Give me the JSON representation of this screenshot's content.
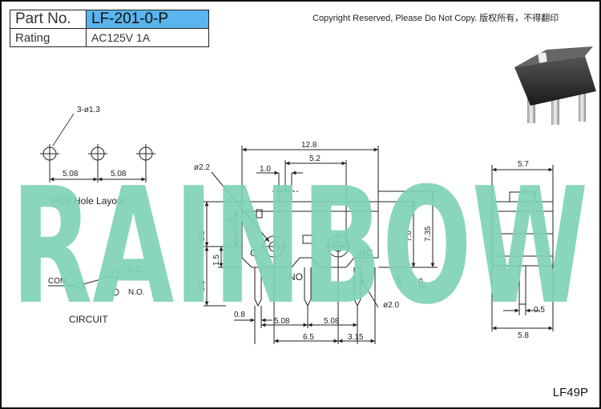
{
  "spec": {
    "part_label": "Part No.",
    "part_value": "LF-201-0-P",
    "rating_label": "Rating",
    "rating_value": "AC125V  1A"
  },
  "copyright": "Copyright Reserved, Please Do Not Copy. 版权所有，不得翻印",
  "watermark": "RAINBOW",
  "model_code": "LF49P",
  "pcb": {
    "hole_note": "3-ø1.3",
    "dim_left": "5.08",
    "dim_right": "5.08",
    "title": "PCB Hole Layout"
  },
  "circuit": {
    "com": "COM.",
    "nc": "N.C.",
    "no": "N.O.",
    "title": "CIRCUIT"
  },
  "front": {
    "width_total": "12.8",
    "hole_dia": "ø2.2",
    "d10": "1.0",
    "d52": "5.2",
    "d20": "2.0",
    "d65v": "6.5",
    "d15": "1.5",
    "d35": "3.5",
    "d70": "7.0",
    "d735": "7.35",
    "c": "C",
    "nc": "NC",
    "no": "NO",
    "op": "OP",
    "fp": "FP",
    "pin_dia": "ø2.0",
    "d08": "0.8",
    "d508a": "5.08",
    "d508b": "5.08",
    "d65h": "6.5",
    "d315": "3.15"
  },
  "side": {
    "d57": "5.7",
    "d05": "0.5",
    "d58": "5.8"
  },
  "colors": {
    "watermark": "#7fd3b5",
    "highlight": "#5ab4ee",
    "line": "#222222"
  }
}
